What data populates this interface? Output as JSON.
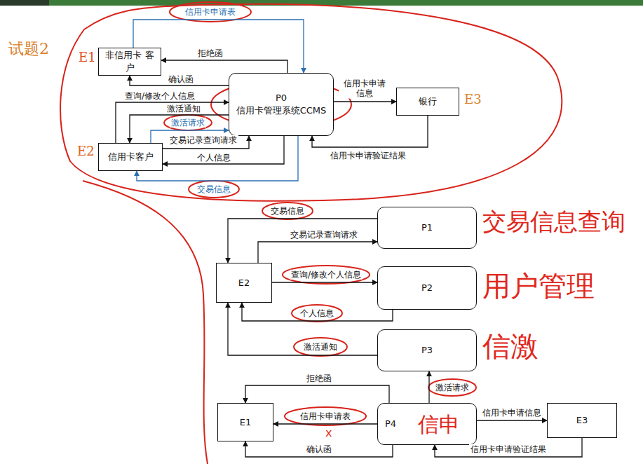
{
  "diagram": {
    "nodes": [
      {
        "text": [
          "非信用卡 客户"
        ]
      },
      {
        "text": [
          "P0",
          "信用卡管理系统CCMS"
        ]
      },
      {
        "text": [
          "银行"
        ]
      },
      {
        "text": [
          "信用卡客户"
        ]
      },
      {
        "text": [
          "P1"
        ]
      },
      {
        "text": [
          "P2"
        ]
      },
      {
        "text": [
          "P3"
        ]
      },
      {
        "text": [
          "P4"
        ]
      },
      {
        "text": [
          "E2"
        ]
      },
      {
        "text": [
          "E1"
        ]
      },
      {
        "text": [
          "E3"
        ]
      }
    ],
    "edges": [
      {
        "from": 0,
        "to": 1,
        "label": "信用卡申请表",
        "arrow": "to"
      },
      {
        "from": 1,
        "to": 0,
        "label": "拒绝函",
        "arrow": "to"
      },
      {
        "from": 1,
        "to": 0,
        "label": "确认函",
        "arrow": "to"
      },
      {
        "from": 3,
        "to": 1,
        "label": "查询/修改个人信息",
        "arrow": "to"
      },
      {
        "from": 1,
        "to": 3,
        "label": "激活通知",
        "arrow": "to"
      },
      {
        "from": 3,
        "to": 1,
        "label": "激活请求",
        "arrow": "to"
      },
      {
        "from": 3,
        "to": 1,
        "label": "交易记录查询请求",
        "arrow": "to"
      },
      {
        "from": 1,
        "to": 3,
        "label": "个人信息",
        "arrow": "to"
      },
      {
        "from": 1,
        "to": 3,
        "label": "交易信息",
        "arrow": "to"
      },
      {
        "from": 1,
        "to": 2,
        "label": "信用卡申请 信息",
        "arrow": "to"
      },
      {
        "from": 2,
        "to": 1,
        "label": "信用卡申请验证结果",
        "arrow": "to"
      },
      {
        "from": 4,
        "to": 8,
        "label": "交易信息",
        "arrow": "to"
      },
      {
        "from": 8,
        "to": 4,
        "label": "交易记录查询请求",
        "arrow": "to"
      },
      {
        "from": 8,
        "to": 5,
        "label": "查询/修改个人信息",
        "arrow": "to"
      },
      {
        "from": 5,
        "to": 8,
        "label": "个人信息",
        "arrow": "to"
      },
      {
        "from": 6,
        "to": 8,
        "label": "激活通知",
        "arrow": "to"
      },
      {
        "from": 7,
        "to": 6,
        "label": "激活请求",
        "arrow": "to"
      },
      {
        "from": 7,
        "to": 9,
        "label": "拒绝函",
        "arrow": "to"
      },
      {
        "from": 7,
        "to": 9,
        "label": "信用卡申请表",
        "arrow": "to"
      },
      {
        "from": 7,
        "to": 9,
        "label": "确认函",
        "arrow": "to"
      },
      {
        "from": 7,
        "to": 10,
        "label": "信用卡申请信息",
        "arrow": "to"
      },
      {
        "from": 10,
        "to": 7,
        "label": "信用卡申请验证结果",
        "arrow": "to"
      }
    ],
    "labels": [
      "试题2",
      "E1",
      "E2",
      "E3",
      "交易信息查询",
      "用户管理",
      "信激",
      "信申",
      "x"
    ]
  }
}
